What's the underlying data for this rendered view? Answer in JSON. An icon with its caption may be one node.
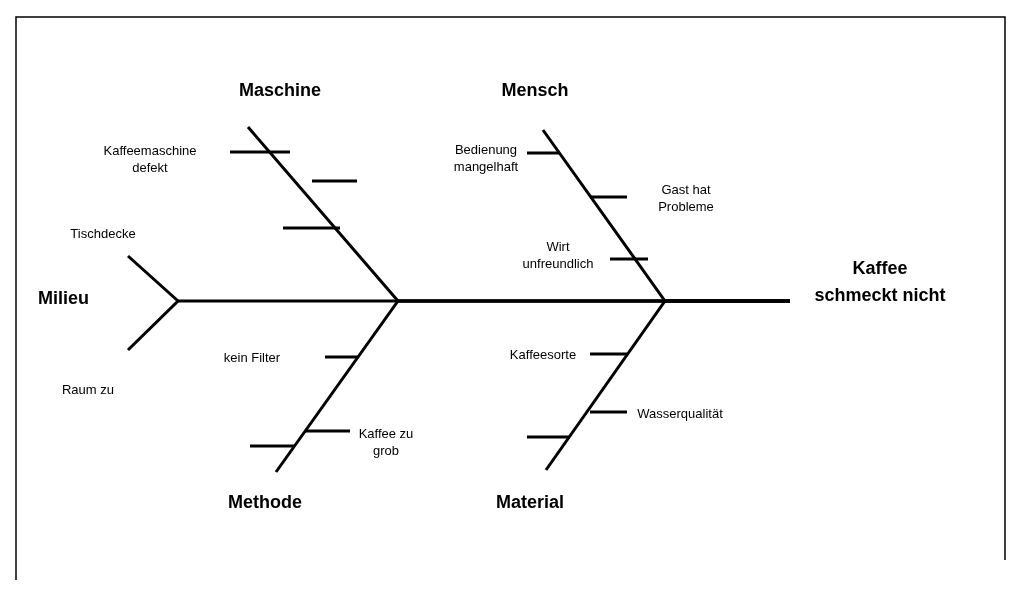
{
  "diagram": {
    "nodes": [
      {
        "text": [
          "Maschine"
        ]
      },
      {
        "text": [
          "Mensch"
        ]
      },
      {
        "text": [
          "Milieu"
        ]
      },
      {
        "text": [
          "Methode"
        ]
      },
      {
        "text": [
          "Material"
        ]
      },
      {
        "text": [
          "Kaffee schmeckt nicht"
        ]
      }
    ],
    "edges": [
      {
        "from": 0,
        "to": 5,
        "arrow": "none"
      },
      {
        "from": 1,
        "to": 5,
        "arrow": "none"
      },
      {
        "from": 2,
        "to": 5,
        "arrow": "none"
      },
      {
        "from": 3,
        "to": 5,
        "arrow": "none"
      },
      {
        "from": 4,
        "to": 5,
        "arrow": "none"
      }
    ],
    "labels": [
      "Kaffeemaschine defekt",
      "Bedienung mangelhaft",
      "Gast hat Probleme",
      "Tischdecke",
      "Wirt unfreundlich",
      "kein Filter",
      "Kaffeesorte",
      "Raum zu",
      "Wasserqualität",
      "Kaffee zu grob"
    ]
  }
}
